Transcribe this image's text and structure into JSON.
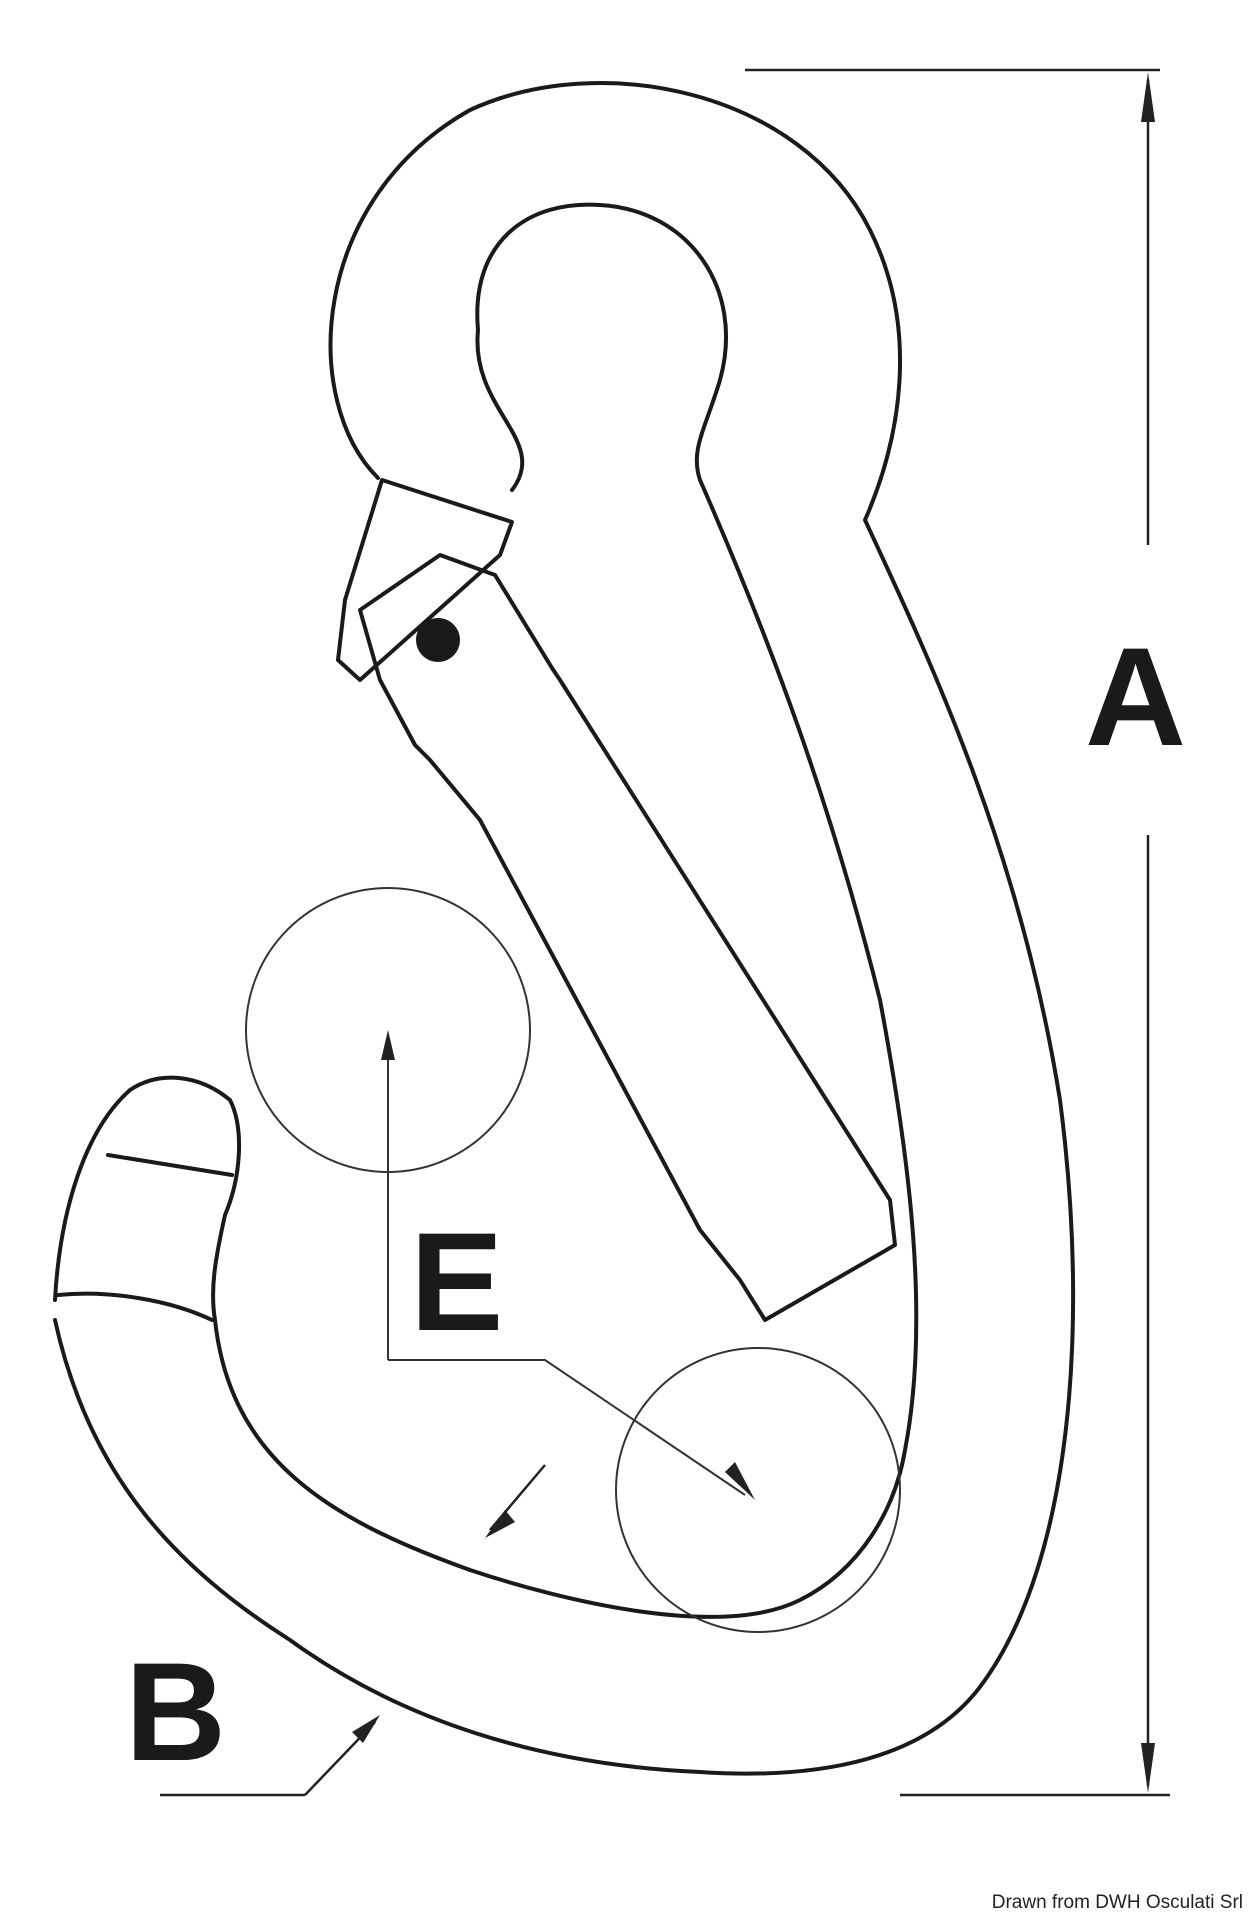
{
  "labels": {
    "a": "A",
    "b": "B",
    "e": "E"
  },
  "credit": "Drawn from DWH Osculati Srl"
}
